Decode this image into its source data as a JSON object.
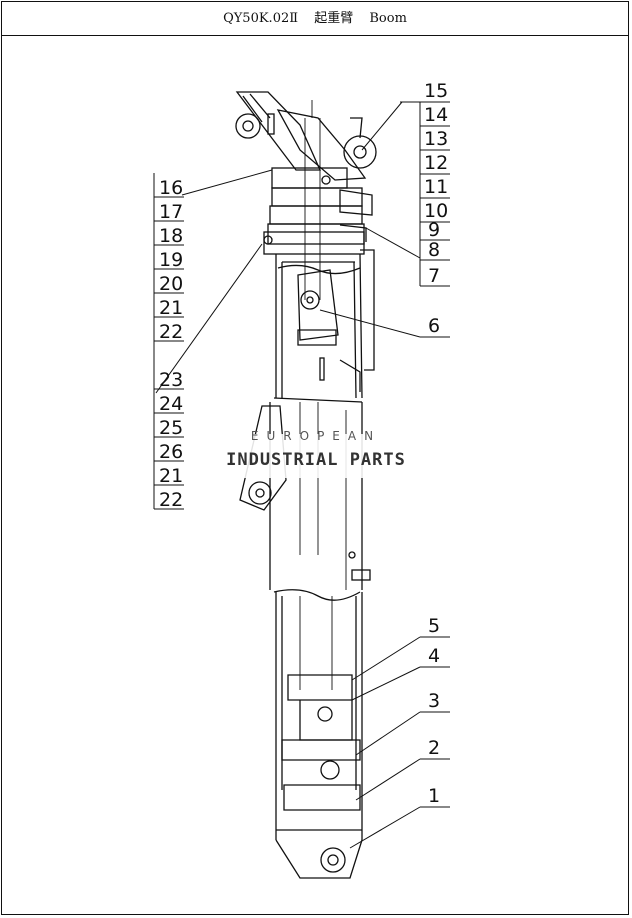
{
  "header": {
    "model": "QY50K.02Ⅱ",
    "title_cn": "起重臂",
    "title_en": "Boom"
  },
  "callouts": {
    "left": [
      "16",
      "17",
      "18",
      "19",
      "20",
      "21",
      "22",
      "23",
      "24",
      "25",
      "26",
      "21",
      "22"
    ],
    "right": [
      "15",
      "14",
      "13",
      "12",
      "11",
      "10",
      "9",
      "8",
      "7",
      "6",
      "5",
      "4",
      "3",
      "2",
      "1"
    ]
  },
  "watermark": {
    "line1": "EUROPEAN",
    "line2": "INDUSTRIAL PARTS"
  }
}
